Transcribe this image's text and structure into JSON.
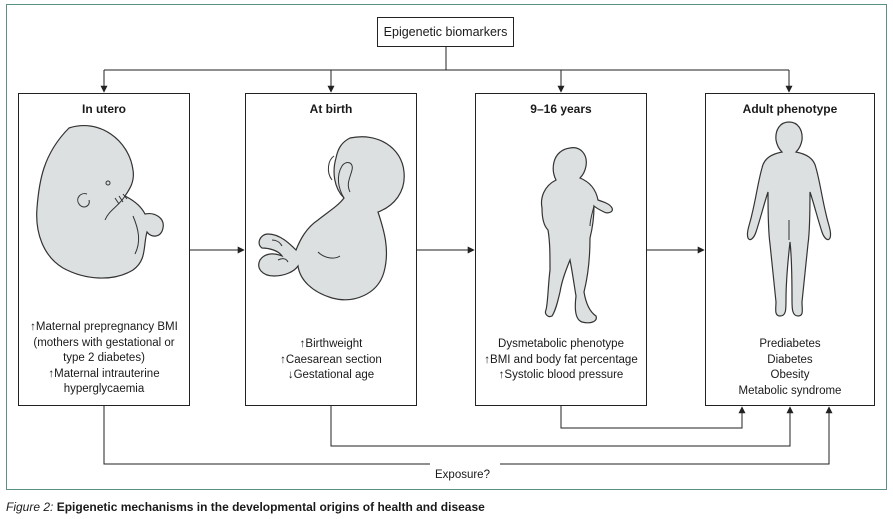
{
  "top_box": "Epigenetic biomarkers",
  "stages": [
    {
      "title": "In utero",
      "illustration": "fetus-icon",
      "lines": [
        "↑Maternal prepregnancy BMI",
        "(mothers with gestational or",
        "type 2 diabetes)",
        "↑Maternal intrauterine",
        "hyperglycaemia"
      ]
    },
    {
      "title": "At birth",
      "illustration": "newborn-icon",
      "lines": [
        "↑Birthweight",
        "↑Caesarean section",
        "↓Gestational age"
      ]
    },
    {
      "title": "9–16 years",
      "illustration": "child-icon",
      "lines": [
        "Dysmetabolic phenotype",
        "↑BMI and body fat percentage",
        "↑Systolic blood pressure"
      ]
    },
    {
      "title": "Adult phenotype",
      "illustration": "adult-icon",
      "lines": [
        "Prediabetes",
        "Diabetes",
        "Obesity",
        "Metabolic syndrome"
      ]
    }
  ],
  "exposure_label": "Exposure?",
  "caption": {
    "figure": "Figure 2:",
    "text": "Epigenetic mechanisms in the developmental origins of health and disease"
  },
  "colors": {
    "frame": "#5a8f86",
    "silhouette_fill": "#dde0e0",
    "line": "#333333"
  }
}
